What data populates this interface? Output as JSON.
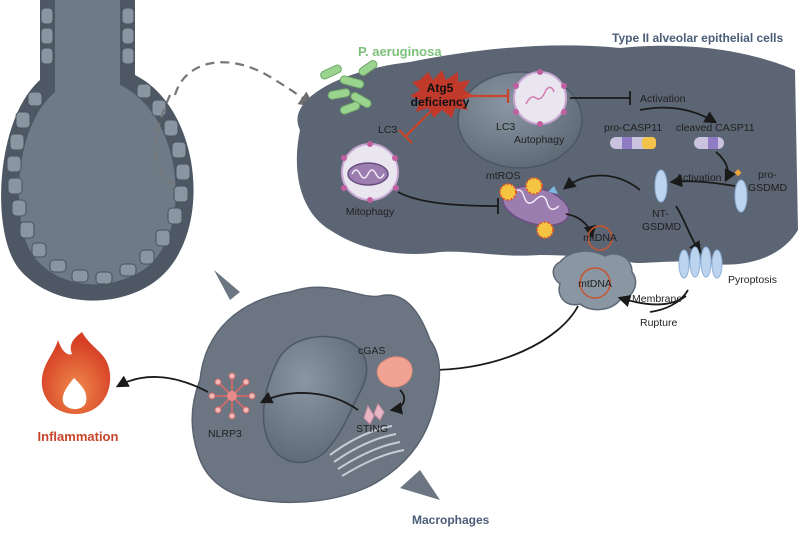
{
  "labels": {
    "pathogen": "P. aeruginosa",
    "cell_type": "Type II alveolar epithelial cells",
    "atg5_line1": "Atg5",
    "atg5_line2": "deficiency",
    "lc3_left": "LC3",
    "lc3_center": "LC3",
    "autophagy": "Autophagy",
    "mitophagy": "Mitophagy",
    "activation_top": "Activation",
    "pro_casp11": "pro-CASP11",
    "cleaved_casp11": "cleaved CASP11",
    "activation_mid": "Activation",
    "pro_gsdmd_line1": "pro-",
    "pro_gsdmd_line2": "GSDMD",
    "nt_gsdmd_line1": "NT-",
    "nt_gsdmd_line2": "GSDMD",
    "mtros": "mtROS",
    "mtdna_inner": "mtDNA",
    "mtdna_released": "mtDNA",
    "pyroptosis": "Pyroptosis",
    "membrane": "Membrane",
    "rupture": "Rupture",
    "cgas": "cGAS",
    "sting": "STING",
    "nlrp3": "NLRP3",
    "inflammation": "Inflammation",
    "macrophages": "Macrophages"
  },
  "colors": {
    "cell_fill": "#5b6572",
    "nucleus_fill": "#7b8794",
    "alveolus_fill": "#6b7683",
    "atg5_burst": "#c0392b",
    "inhibit_red": "#c8442a",
    "pathogen_green": "#9bd48f",
    "flame": "#d9472b",
    "title_blue": "#4a5d78"
  }
}
